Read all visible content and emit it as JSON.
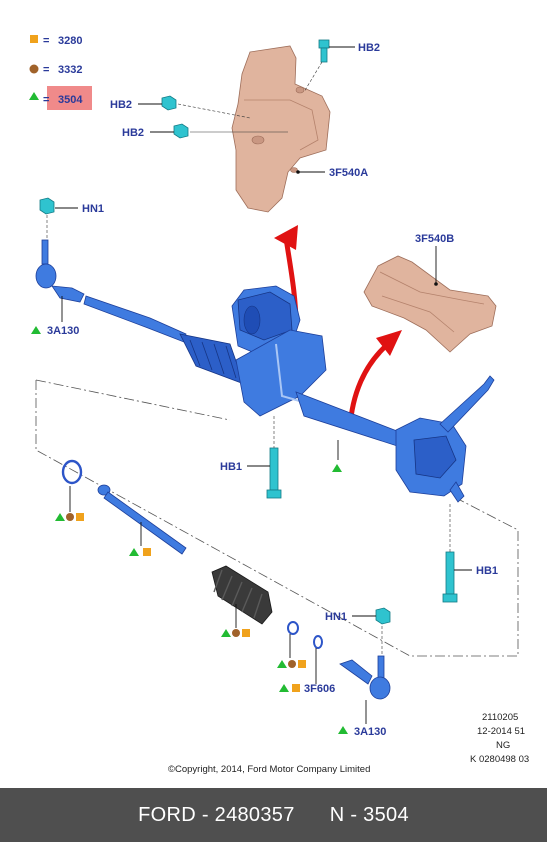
{
  "legend": {
    "items": [
      {
        "symbol": "square",
        "color": "#f0a21c",
        "code": "3280",
        "highlight": false
      },
      {
        "symbol": "circle",
        "color": "#a0622a",
        "code": "3332",
        "highlight": false
      },
      {
        "symbol": "triangle",
        "color": "#22bb33",
        "code": "3504",
        "highlight": true
      }
    ],
    "separator": "=",
    "highlight_color": "#f08a8a"
  },
  "callouts": {
    "hb2_top": "HB2",
    "hb2_mid": "HB2",
    "hb2_low": "HB2",
    "shield_a": "3F540A",
    "hn1_top": "HN1",
    "shield_b": "3F540B",
    "tierod_left": "3A130",
    "hb1_left": "HB1",
    "hb1_right": "HB1",
    "hn1_bottom": "HN1",
    "clip": "3F606",
    "tierod_right": "3A130"
  },
  "info_block": [
    "2110205",
    "12-2014 51",
    "NG",
    "K 0280498 03"
  ],
  "copyright": "©Copyright, 2014, Ford Motor Company Limited",
  "footer": "FORD - 2480357      N - 3504",
  "colors": {
    "label": "#2a3a9a",
    "arrow": "#e01212",
    "footer_bg": "#4f4f4f"
  }
}
